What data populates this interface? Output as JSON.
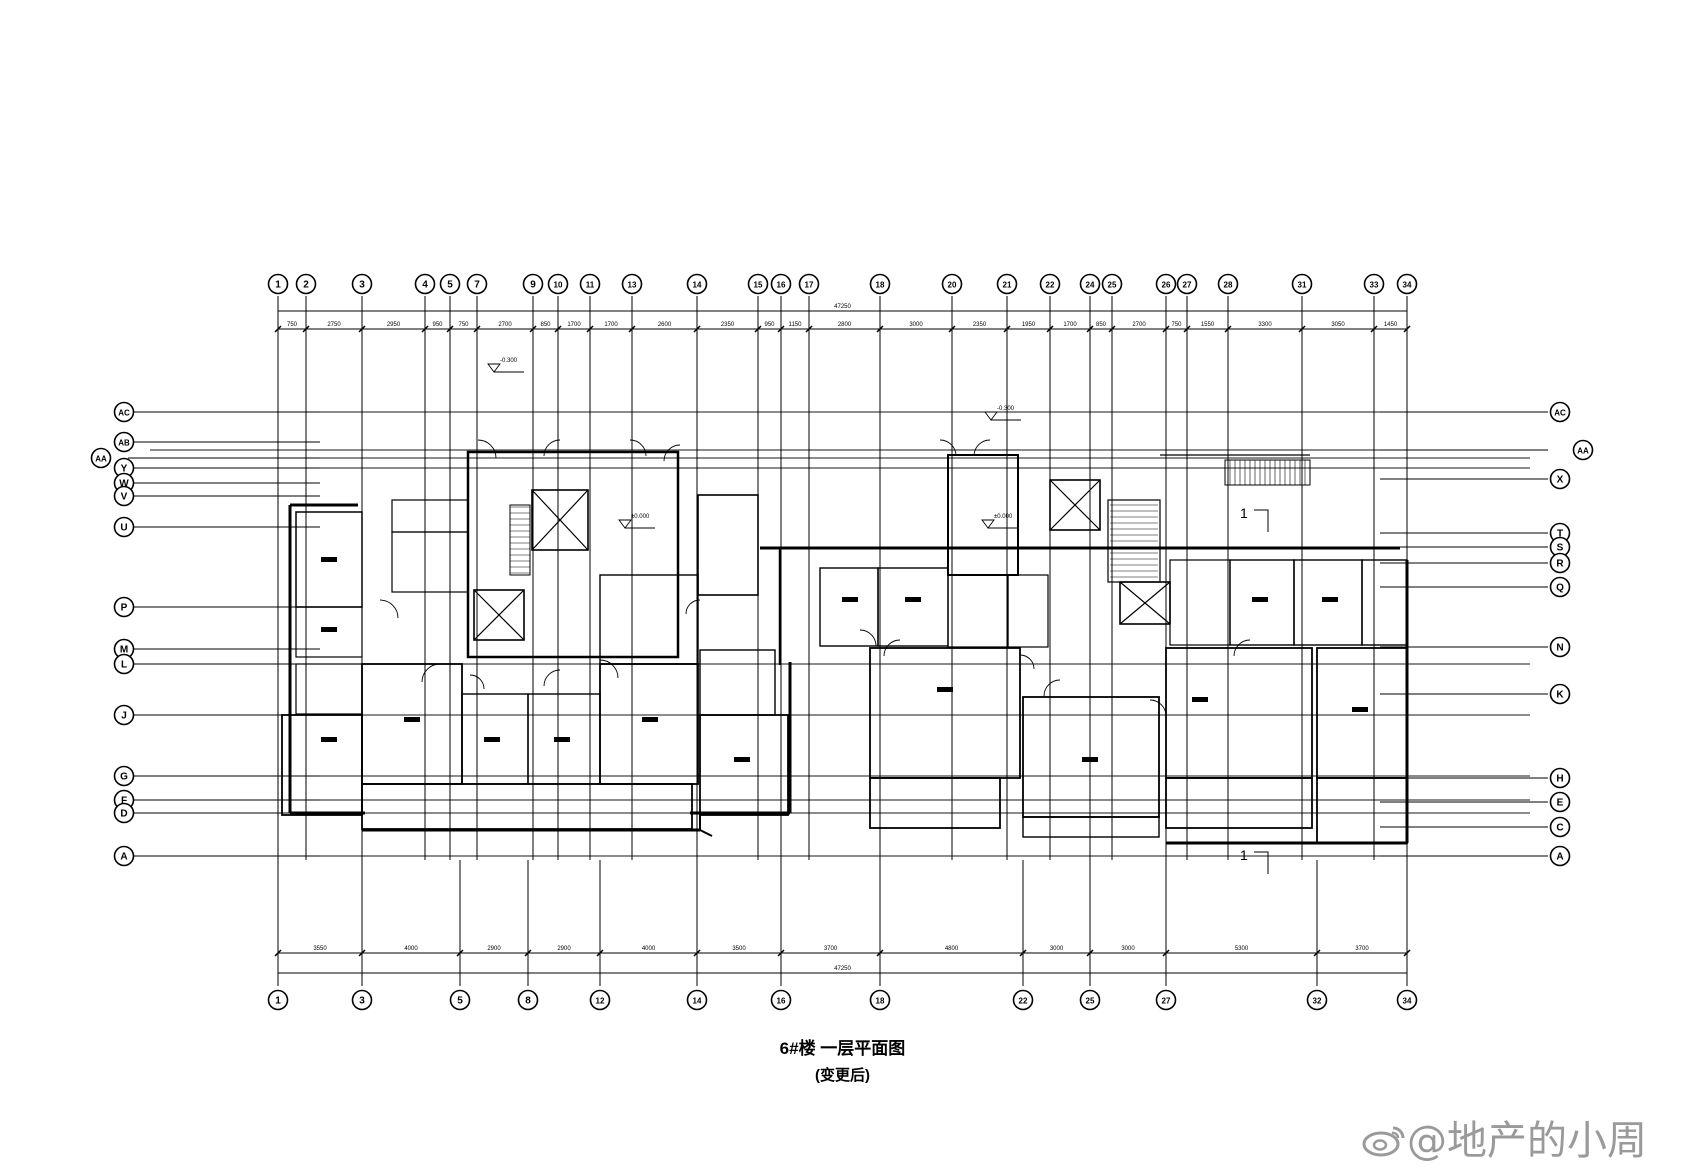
{
  "drawing": {
    "title": "6#楼 一层平面图",
    "subtitle": "(变更后)",
    "watermark": "@地产的小周"
  },
  "axes_top": [
    "1",
    "2",
    "3",
    "4",
    "5",
    "7",
    "9",
    "10",
    "11",
    "13",
    "14",
    "15",
    "16",
    "17",
    "18",
    "20",
    "21",
    "22",
    "24",
    "25",
    "26",
    "27",
    "28",
    "31",
    "33",
    "34"
  ],
  "axes_bottom": [
    "1",
    "3",
    "5",
    "8",
    "12",
    "14",
    "16",
    "18",
    "22",
    "25",
    "27",
    "32",
    "34"
  ],
  "axes_left": [
    "AC",
    "AB",
    "AA",
    "Y",
    "W",
    "V",
    "U",
    "P",
    "M",
    "L",
    "J",
    "G",
    "F",
    "D",
    "A"
  ],
  "axes_right": [
    "AC",
    "AA",
    "X",
    "T",
    "S",
    "R",
    "Q",
    "N",
    "K",
    "H",
    "E",
    "C",
    "A"
  ],
  "dims_top": [
    "750",
    "2750",
    "2950",
    "950",
    "750",
    "2700",
    "850",
    "1700",
    "1700",
    "2600",
    "2350",
    "950",
    "1150",
    "2800",
    "3000",
    "2350",
    "1950",
    "1700",
    "850",
    "2700",
    "750",
    "1550",
    "3300",
    "3050",
    "1450"
  ],
  "dims_bottom": [
    "3550",
    "4000",
    "2900",
    "2900",
    "4000",
    "3500",
    "3700",
    "4800",
    "3000",
    "3000",
    "5300",
    "3700"
  ],
  "dim_top_total": "47250",
  "dim_bottom_total": "47250",
  "levels": [
    "-0.300",
    "±0.000",
    "-0.300",
    "±0.000"
  ],
  "section_mark": "1"
}
